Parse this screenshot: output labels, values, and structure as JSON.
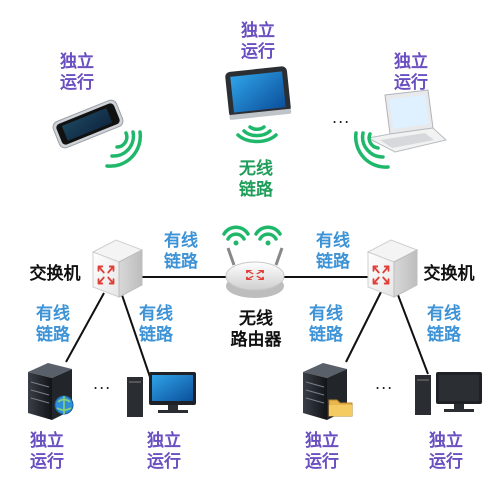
{
  "labels": {
    "independent_run": "独立\n运行",
    "wired_link": "有线\n链路",
    "wireless_link": "无线\n链路",
    "switch": "交换机",
    "wireless_router": "无线\n路由器",
    "ellipsis": "..."
  },
  "colors": {
    "independent_text": "#6a4fc0",
    "wired_text": "#3d93d6",
    "wireless_text": "#1f9d5a",
    "wifi_signal": "#1fb86a",
    "switch_arrows": "#e0403a"
  },
  "icons": [
    "smartphone-icon",
    "tablet-icon",
    "laptop-icon",
    "wifi-signal-icon",
    "switch-icon",
    "router-icon",
    "server-icon",
    "desktop-computer-icon"
  ]
}
